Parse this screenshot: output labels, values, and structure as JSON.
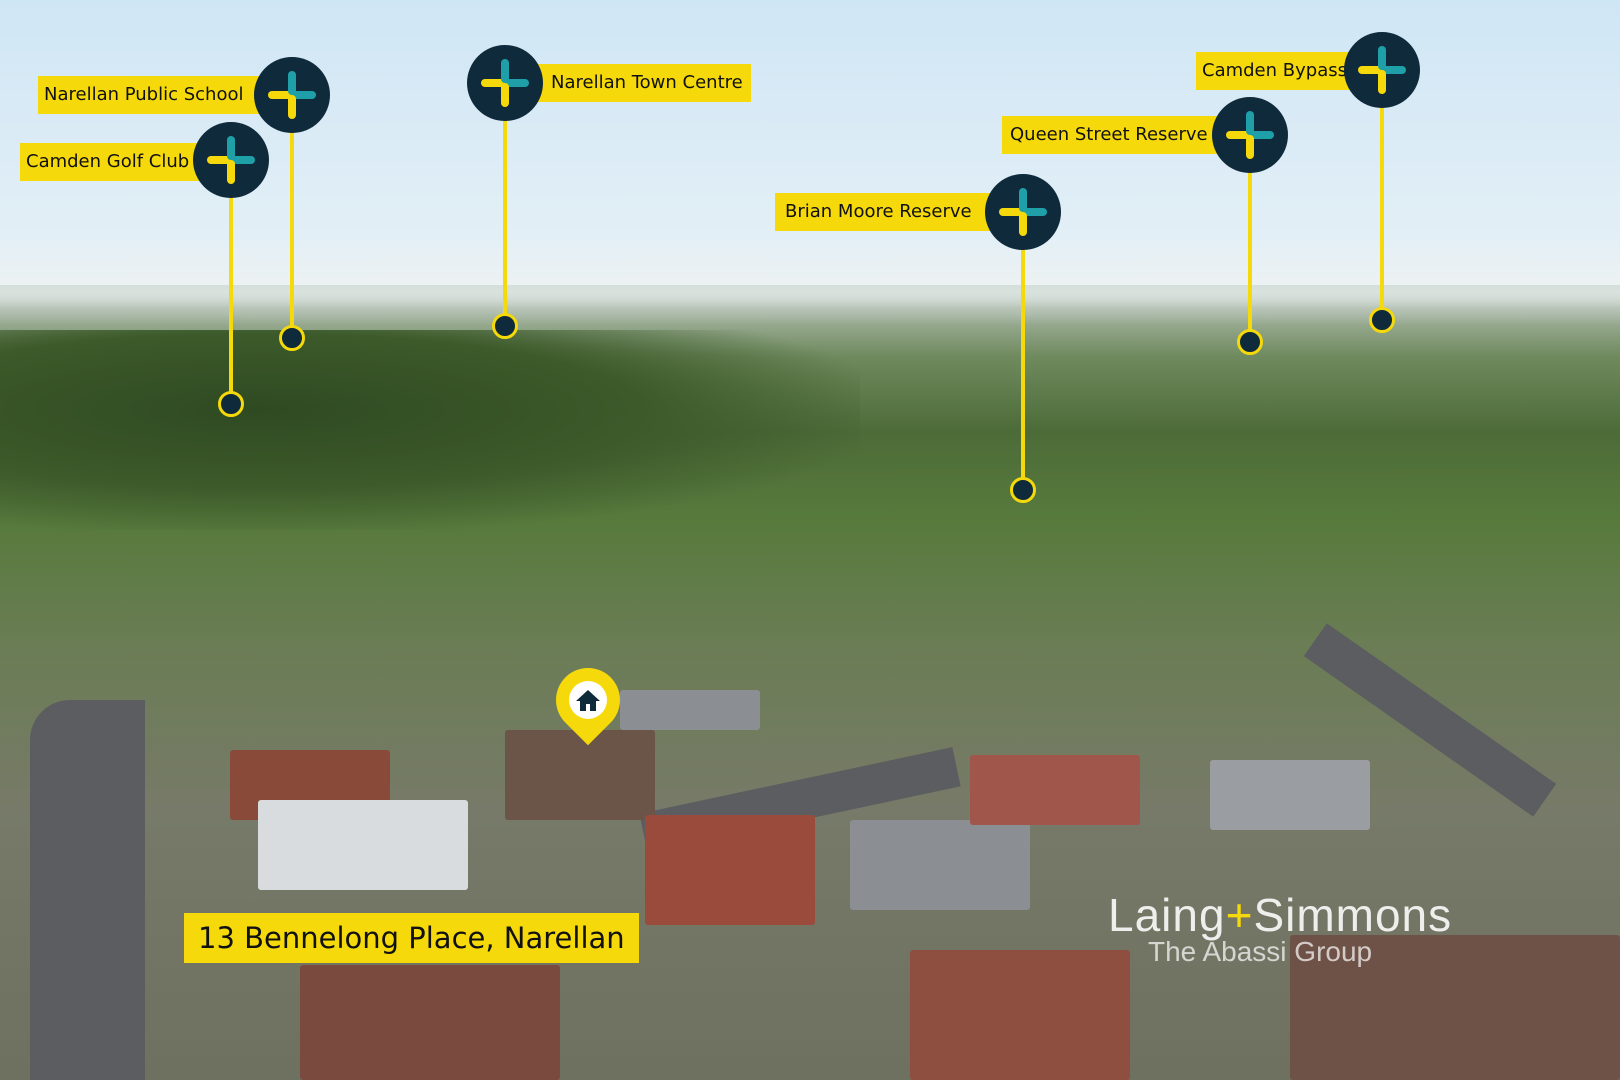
{
  "property": {
    "address": "13 Bennelong Place, Narellan",
    "marker_icon": "house-icon"
  },
  "points_of_interest": [
    {
      "id": "narellan-public-school",
      "label": "Narellan Public School"
    },
    {
      "id": "camden-golf-club",
      "label": "Camden Golf Club"
    },
    {
      "id": "narellan-town-centre",
      "label": "Narellan Town Centre"
    },
    {
      "id": "brian-moore-reserve",
      "label": "Brian Moore Reserve"
    },
    {
      "id": "queen-street-reserve",
      "label": "Queen Street Reserve"
    },
    {
      "id": "camden-bypass",
      "label": "Camden Bypass"
    }
  ],
  "watermark": {
    "brand_left": "Laing",
    "brand_plus": "+",
    "brand_right": "Simmons",
    "subtitle": "The Abassi Group"
  },
  "colors": {
    "accent_yellow": "#f5d90a",
    "pin_navy": "#0f2a3a",
    "accent_teal": "#1fa0a8"
  }
}
